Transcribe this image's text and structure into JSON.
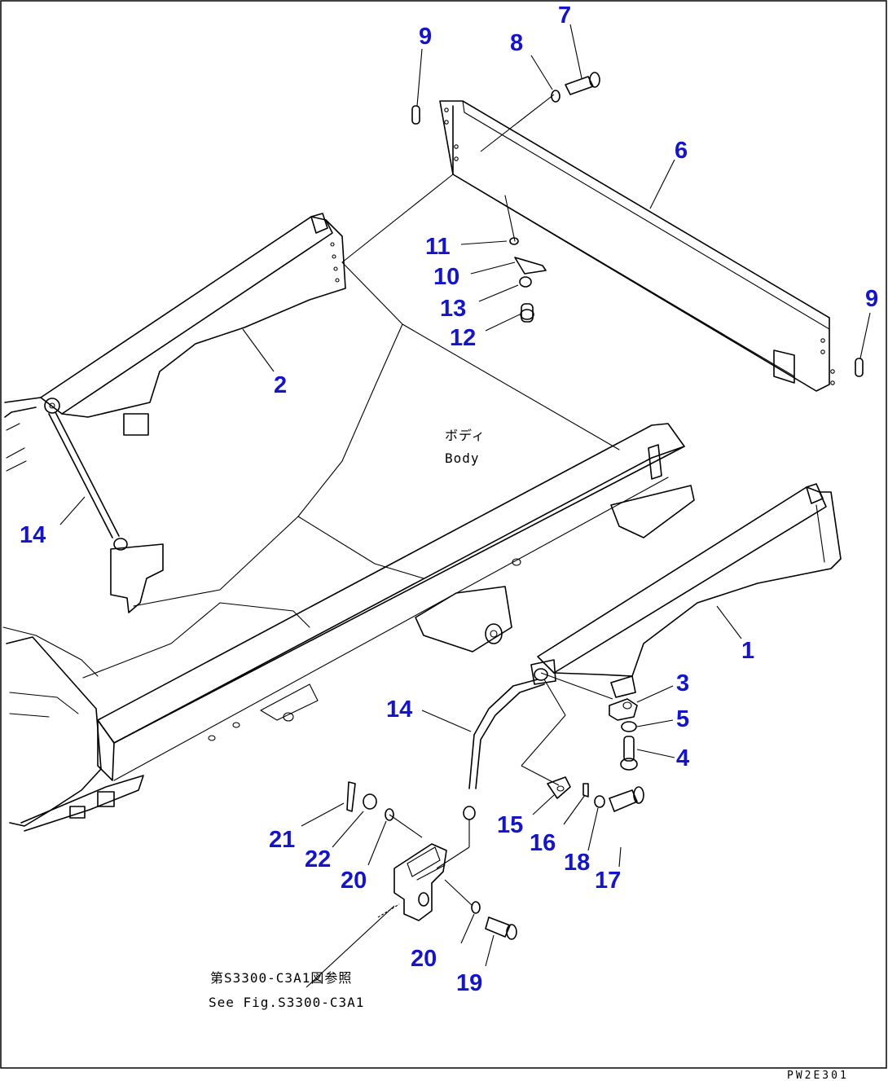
{
  "callouts": {
    "c1": "1",
    "c2": "2",
    "c3": "3",
    "c4": "4",
    "c5": "5",
    "c6": "6",
    "c7": "7",
    "c8": "8",
    "c9a": "9",
    "c9b": "9",
    "c10": "10",
    "c11": "11",
    "c12": "12",
    "c13": "13",
    "c14a": "14",
    "c14b": "14",
    "c15": "15",
    "c16": "16",
    "c17": "17",
    "c18": "18",
    "c19": "19",
    "c20a": "20",
    "c20b": "20",
    "c21": "21",
    "c22": "22"
  },
  "notes": {
    "body_jp": "ボディ",
    "body_en": "Body",
    "see_fig_jp": "第S3300-C3A1図参照",
    "see_fig_en": "See Fig.S3300-C3A1"
  },
  "figure_code": "PW2E301"
}
